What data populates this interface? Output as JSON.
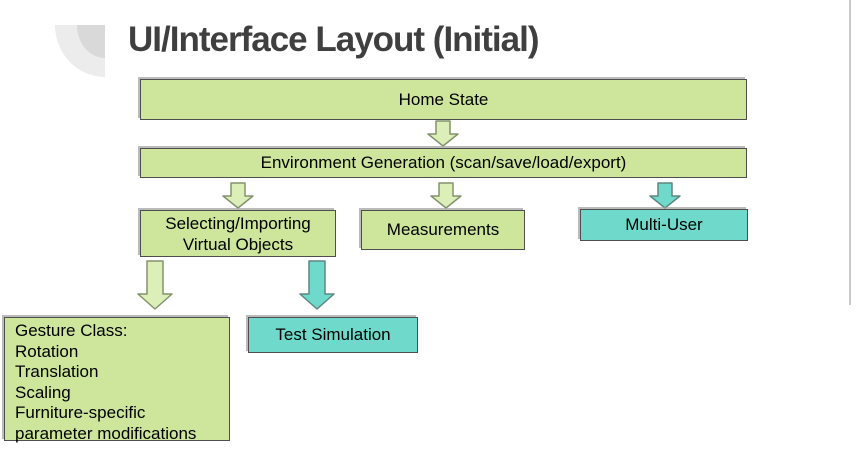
{
  "slide": {
    "title": "UI/Interface Layout (Initial)"
  },
  "colors": {
    "green_box_fill": "#cde69b",
    "teal_box_fill": "#6fdacb",
    "box_border": "#4e4e4e",
    "box_shadow": "#969696",
    "green_arrow_fill": "#dcefb8",
    "green_arrow_stroke": "#83926e",
    "teal_arrow_fill": "#6fdacb",
    "teal_arrow_stroke": "#5f8680",
    "title_color": "#3f3f3f",
    "decor_outer": "#ececec",
    "decor_inner": "#d9d9d9"
  },
  "diagram": {
    "nodes": [
      {
        "id": "home",
        "label": "Home State",
        "variant": "green"
      },
      {
        "id": "envgen",
        "label": "Environment Generation (scan/save/load/export)",
        "variant": "green"
      },
      {
        "id": "selecting",
        "lines": [
          "Selecting/Importing",
          "Virtual Objects"
        ],
        "variant": "green"
      },
      {
        "id": "measurements",
        "label": "Measurements",
        "variant": "green"
      },
      {
        "id": "multiuser",
        "label": "Multi-User",
        "variant": "teal"
      },
      {
        "id": "gesture",
        "lines": [
          "Gesture Class:",
          "Rotation",
          "Translation",
          "Scaling",
          "Furniture-specific",
          "parameter modifications"
        ],
        "variant": "green"
      },
      {
        "id": "testsim",
        "label": "Test Simulation",
        "variant": "teal"
      }
    ],
    "edges": [
      {
        "from": "home",
        "to": "envgen",
        "color": "green"
      },
      {
        "from": "envgen",
        "to": "selecting",
        "color": "green"
      },
      {
        "from": "envgen",
        "to": "measurements",
        "color": "green"
      },
      {
        "from": "envgen",
        "to": "multiuser",
        "color": "teal"
      },
      {
        "from": "selecting",
        "to": "gesture",
        "color": "green"
      },
      {
        "from": "selecting",
        "to": "testsim",
        "color": "teal"
      }
    ]
  }
}
